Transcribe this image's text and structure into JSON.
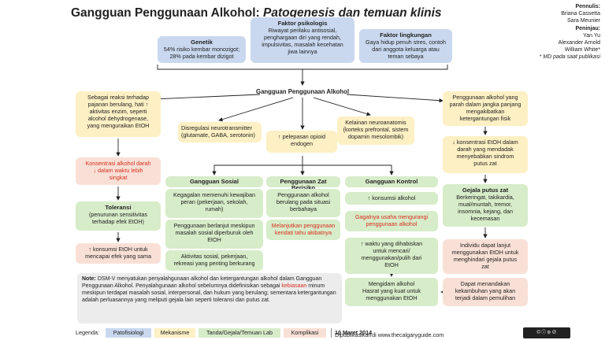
{
  "title": {
    "main": "Gangguan Penggunaan Alkohol:",
    "sub": "Patogenesis dan temuan klinis"
  },
  "credits": {
    "authors_label": "Pennulis:",
    "authors": [
      "Briana Cassetta",
      "Sara Meunier"
    ],
    "reviewers_label": "Peninjau:",
    "reviewers": [
      "Yan Yu",
      "Alexander Arnold",
      "William White*"
    ],
    "note": "* MD pada saat publikasi"
  },
  "top": {
    "genetic": {
      "title": "Genetik",
      "lines": [
        "54% risiko kembar monozigot;",
        "28% pada kembar dizigot"
      ]
    },
    "psych": {
      "title": "Faktor psikologis",
      "lines": [
        "Riwayat perilaku antisosial,",
        "penghargaan diri yang rendah,",
        "impulsivitas, masalah kesehatan",
        "jiwa lainnya"
      ]
    },
    "env": {
      "title": "Faktor lingkungan",
      "lines": [
        "Gaya hidup penuh stres, contoh",
        "dari anggota keluarga atau",
        "teman sebaya"
      ]
    }
  },
  "center": {
    "title": "Gangguan Penggunaan Alkohol"
  },
  "middle": {
    "neuro": [
      "Disregulasi neurotransmitter",
      "(glutamate, GABA, serotonin)"
    ],
    "opioid": [
      "↑ pelepasan opioid",
      "endogen"
    ],
    "anatomy": [
      "Kelainan neuroanatomis",
      "(korteks prefrontal, sistem",
      "dopamin mesolombik)"
    ]
  },
  "left": {
    "reaction": [
      "Sebagai reaksi terhadap",
      "pajanan berulang, hati ↑",
      "aktivitas enzim, seperti",
      "alcohol dehydrogenase,",
      "yang menguraikan EtOH"
    ],
    "concentration": [
      "Konsentrasi alkohol darah",
      "↓ dalam waktu lebih",
      "singkat"
    ],
    "tolerance_title": "Toleransi",
    "tolerance": [
      "(penurunan sensitivitas",
      "terhadap efek EtOH)"
    ],
    "consumption": [
      "↑ konsumsi EtOH untuk",
      "mencapai efek yang sama"
    ]
  },
  "social": {
    "title": "Gangguan Sosial",
    "items": [
      [
        "Kegagalan memenuhi kewajiban",
        "peran (pekerjaan, sekolah,",
        "rumah)"
      ],
      [
        "Penggunaan berlanjut meskipun",
        "masalah sosial diperburuk oleh",
        "EtOH"
      ],
      [
        "Aktivitas sosial, pekerjaan,",
        "rekreasi yang penting berkurang"
      ]
    ]
  },
  "risky": {
    "title": "Penggunaan Zat Berisiko",
    "item1": [
      "Penggunaan alkohol",
      "berulang pada situasi",
      "berbahaya"
    ],
    "item2": [
      "Melanjutkan penggunaan",
      "kendati tahu akibatnya"
    ]
  },
  "control": {
    "title": "Gangguan Kontrol",
    "item1": [
      "↑ konsumsi alkohol"
    ],
    "item2": [
      "Gagalnya usaha mengurangi",
      "penggunaan alkohol"
    ],
    "item3": [
      "↑ waktu yang dihabiskan",
      "untuk mencari/",
      "menggunakan/pulih dari",
      "EtOH"
    ],
    "item4": [
      "Mengidam alkohol",
      "Hasrat yang kuat untuk",
      "menggunakan EtOH"
    ]
  },
  "right": {
    "physical": [
      "Penggunaan alkohol yang",
      "parah dalam jangka panjang",
      "mengakibatkan",
      "ketergantungan fisik"
    ],
    "withdrawal_cause": [
      "↓ konsentrasi EtOH dalam",
      "darah yang mendadak",
      "menyebabkan sindrom",
      "putus zat"
    ],
    "withdrawal_title": "Gejala putus zat",
    "withdrawal": [
      "Berkeringat, takikardia,",
      "mual/muntah, tremor,",
      "insomnia, kejang, dan",
      "kecemasan"
    ],
    "continue": [
      "Individu dapat lanjut",
      "menggunakan EtOH untuk",
      "menghindari gejala putus",
      "zat"
    ],
    "continue2": [
      "Dapat menandakan",
      "kekambuhan yang akan",
      "terjadi dalam pemulihan"
    ]
  },
  "note": {
    "label": "Note:",
    "text_a": "DSM-V menyatukan penyalahgunaan alkohol dan ketergantungan alkohol dalam Gangguan Penggunaan Alkohol. Penyalahgunaan alkohol sebelumnya didefinisikan sebagai ",
    "highlight": "kebiasaan",
    "text_b": " minum meskipun terdapat masalah sosial, interpersonal, dan hukum yang berulang; sementara ketergantungan adalah perluasannya yang meliputi gejala lain seperti toleransi dan putus zat."
  },
  "legend": {
    "label": "Legenda:",
    "items": [
      "Patofisiologi",
      "Mekanisme",
      "Tanda/Gejala/Temuan Lab",
      "Komplikasi"
    ],
    "colors": [
      "#c9d8ef",
      "#fdf0c4",
      "#d7ecc9",
      "#f9e0d6"
    ],
    "published_prefix": "Dipublikasikan",
    "published_date": "10 Maret 2014",
    "published_suffix": "di www.thecalgaryguide.com"
  }
}
